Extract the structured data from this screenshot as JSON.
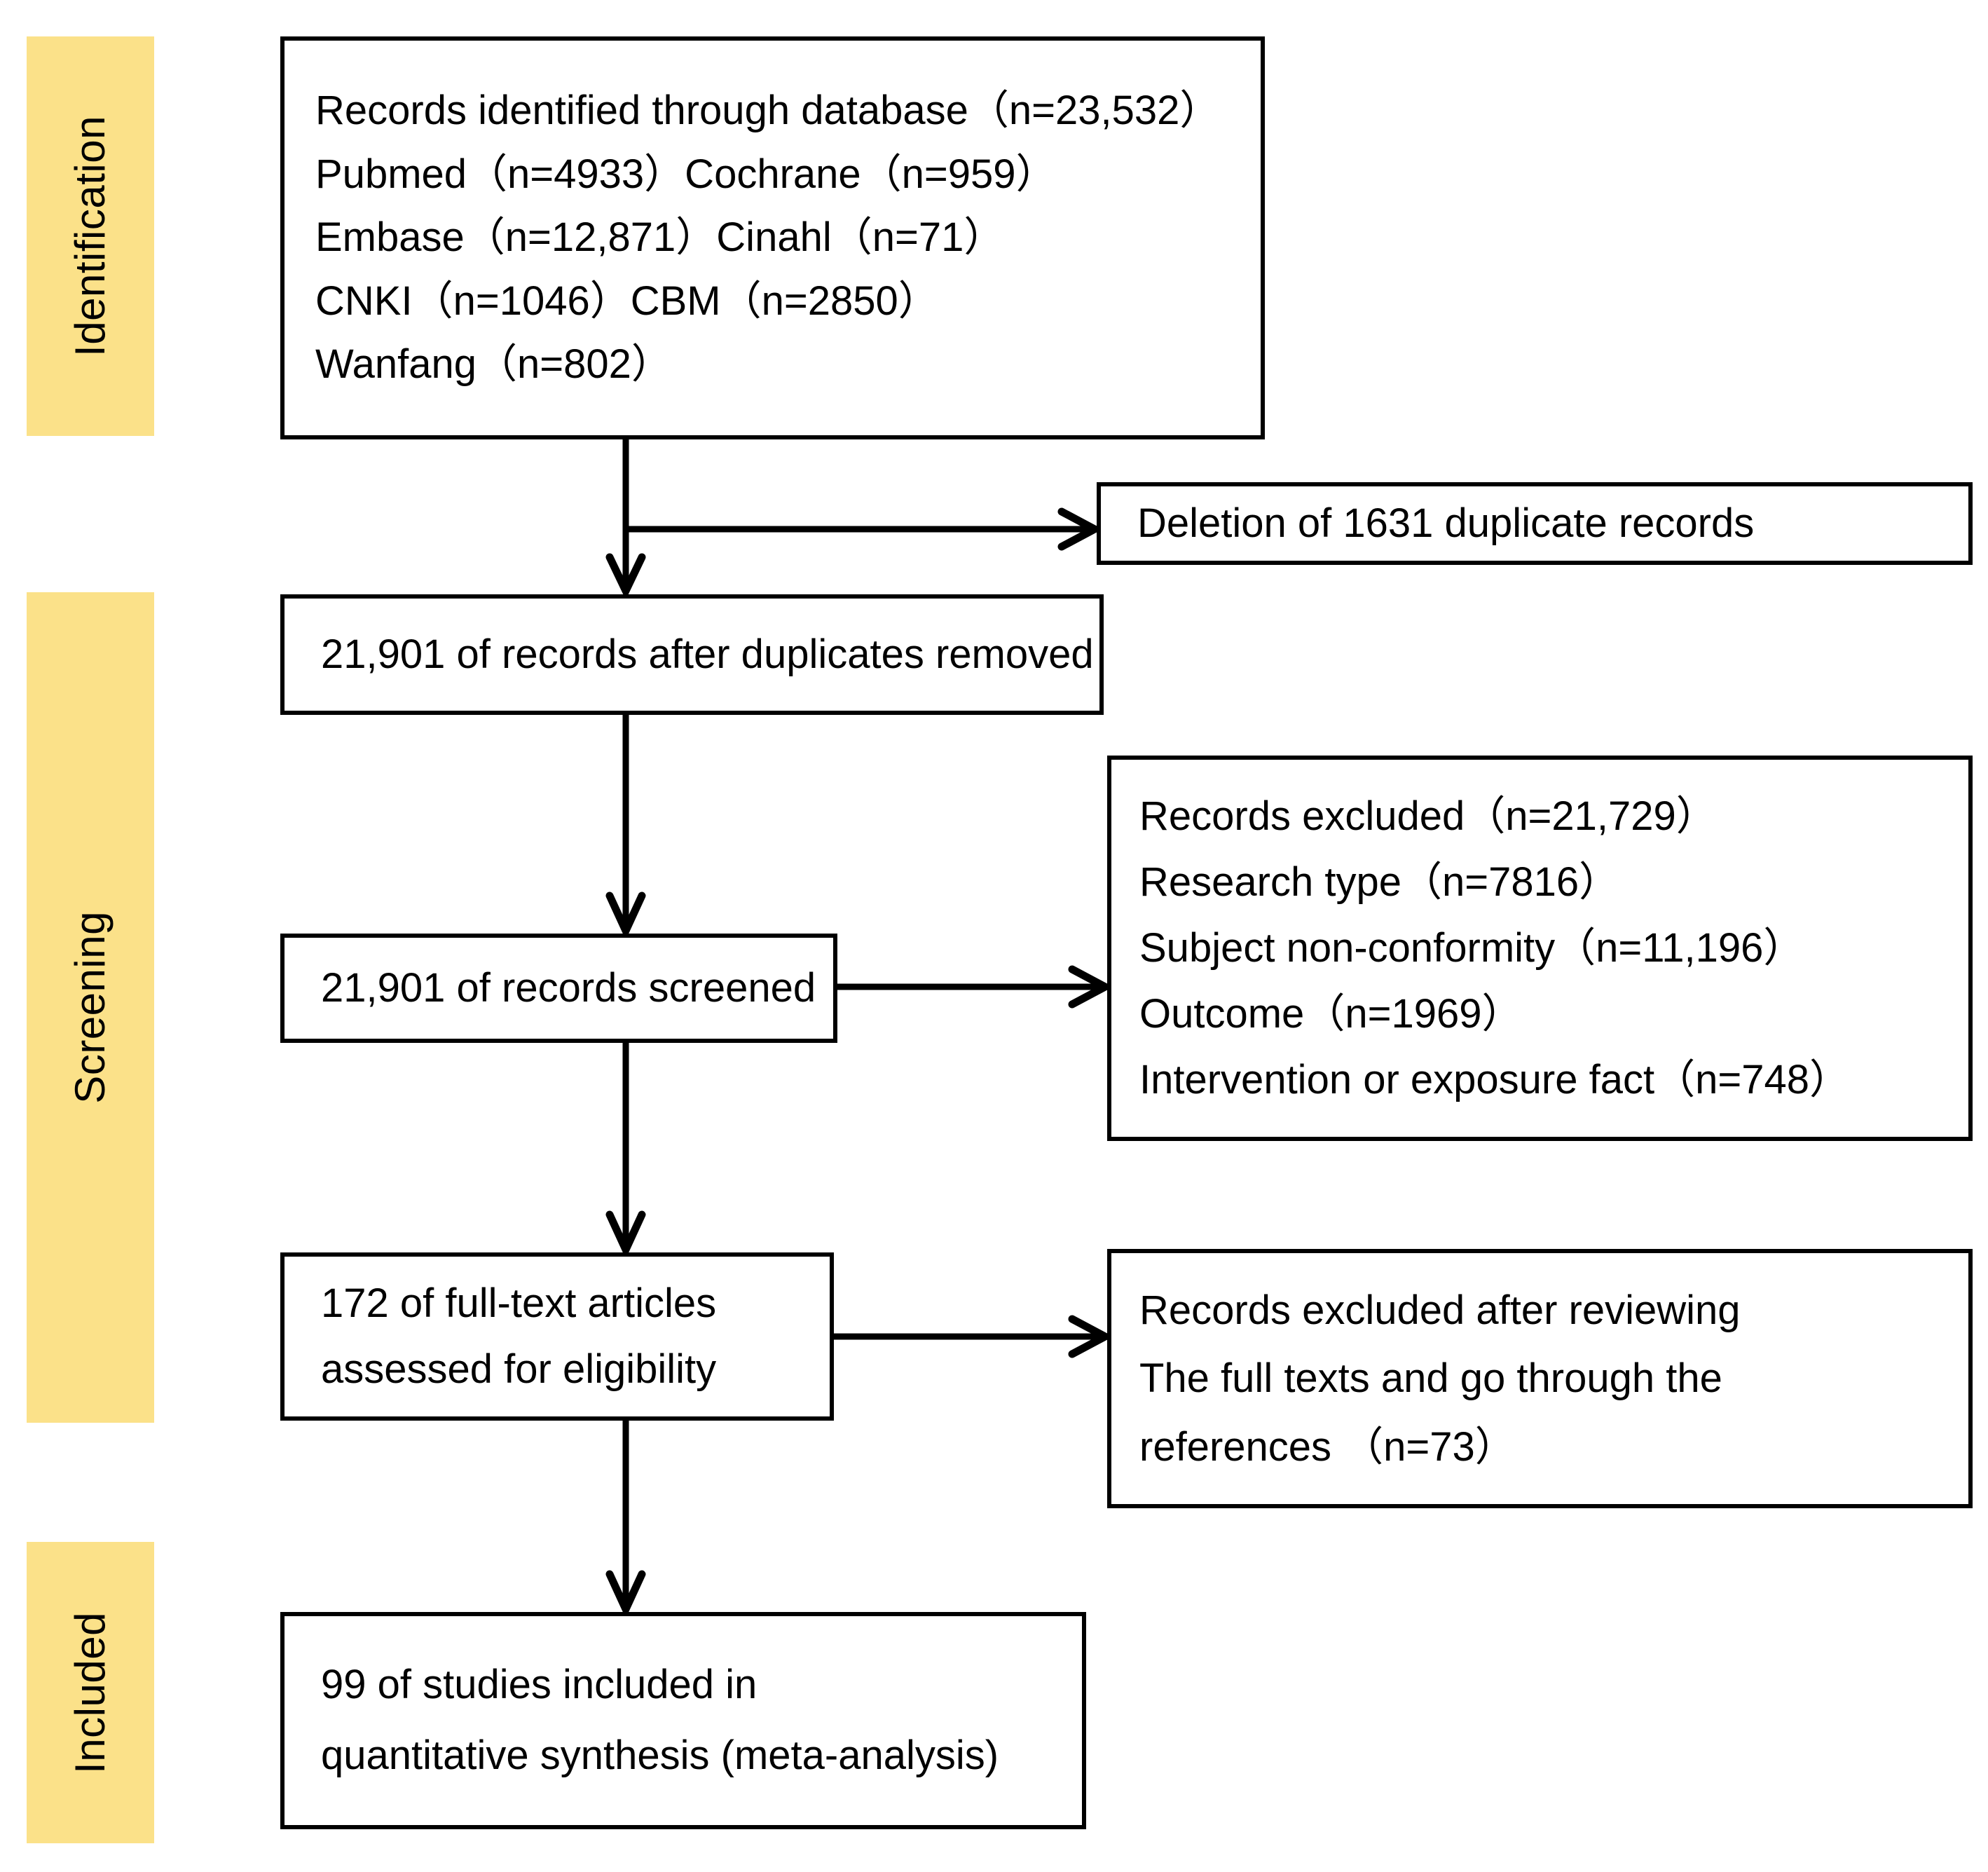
{
  "diagram": {
    "title": "PRISMA study selection flow diagram",
    "accent_color": "#FBE189",
    "line_color": "#000000",
    "background_color": "#FFFFFF"
  },
  "stages": [
    {
      "id": "identification",
      "label": "Identification"
    },
    {
      "id": "screening",
      "label": "Screening"
    },
    {
      "id": "included",
      "label": "Included"
    }
  ],
  "boxes": {
    "identified": {
      "name": "records-identified-box",
      "lines": [
        "Records identified through database（n=23,532）",
        "Pubmed（n=4933）Cochrane（n=959）",
        "Embase（n=12,871）Cinahl（n=71）",
        "CNKI（n=1046）CBM（n=2850）",
        "Wanfang（n=802）"
      ]
    },
    "duplicates": {
      "name": "duplicates-deleted-box",
      "lines": [
        "Deletion of 1631 duplicate records"
      ]
    },
    "after_dupes": {
      "name": "records-after-duplicates-box",
      "lines": [
        "21,901 of records after duplicates removed"
      ]
    },
    "excluded": {
      "name": "records-excluded-box",
      "lines": [
        "Records excluded（n=21,729）",
        "Research type（n=7816）",
        "Subject non-conformity（n=11,196）",
        "Outcome（n=1969）",
        "Intervention or exposure fact（n=748）"
      ]
    },
    "screened": {
      "name": "records-screened-box",
      "lines": [
        "21,901 of records screened"
      ]
    },
    "fulltext": {
      "name": "fulltext-assessed-box",
      "lines": [
        "172 of full-text articles",
        "assessed for eligibility"
      ]
    },
    "excluded_review": {
      "name": "records-excluded-after-review-box",
      "lines": [
        "Records excluded after reviewing",
        "The full texts and go through the",
        "references  （n=73）"
      ]
    },
    "included": {
      "name": "studies-included-box",
      "lines": [
        "99 of studies included in",
        "quantitative synthesis (meta-analysis)"
      ]
    }
  },
  "connectors": [
    {
      "id": "identified-to-after-dupes",
      "kind": "vertical-arrow"
    },
    {
      "id": "identified-to-duplicates",
      "kind": "horizontal-arrow"
    },
    {
      "id": "after-dupes-to-screened",
      "kind": "vertical-arrow"
    },
    {
      "id": "screened-to-excluded",
      "kind": "horizontal-arrow"
    },
    {
      "id": "screened-to-fulltext",
      "kind": "vertical-arrow"
    },
    {
      "id": "fulltext-to-excluded-review",
      "kind": "horizontal-arrow"
    },
    {
      "id": "fulltext-to-included",
      "kind": "vertical-arrow"
    }
  ]
}
